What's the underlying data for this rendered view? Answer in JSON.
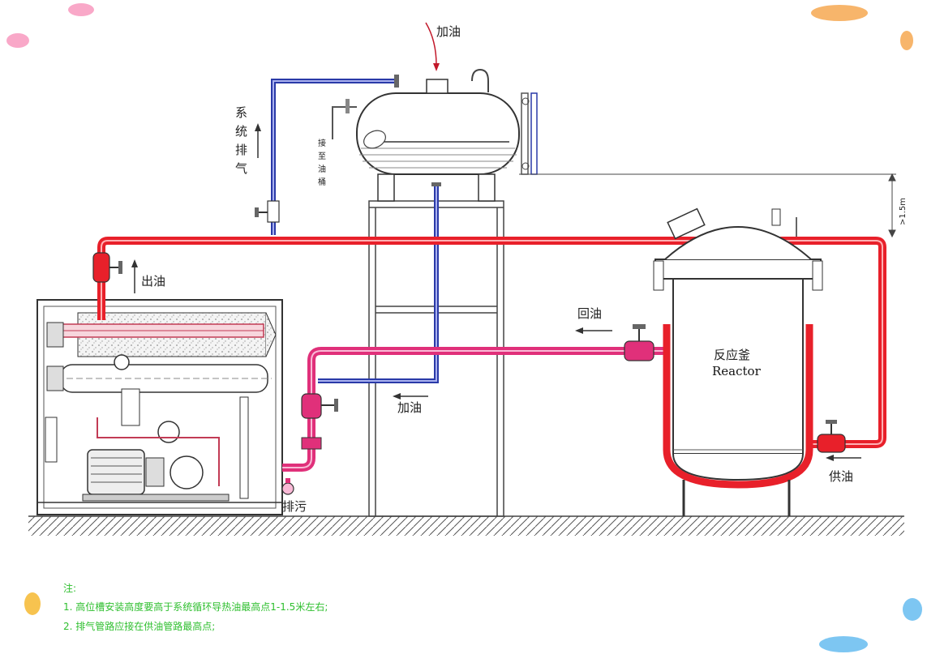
{
  "labels": {
    "fill_top": "加油",
    "exhaust": [
      "系",
      "统",
      "排",
      "气"
    ],
    "to_drum": [
      "接",
      "至",
      "油",
      "桶"
    ],
    "oil_out": "出油",
    "oil_return": "回油",
    "fill_bottom": "加油",
    "reactor_cn": "反应釜",
    "reactor_en": "Reactor",
    "supply": "供油",
    "drain": "排污",
    "height": ">1.5m"
  },
  "notes": {
    "title": "注:",
    "line1": "1. 高位槽安装高度要高于系统循环导热油最高点1-1.5米左右;",
    "line2": "2. 排气管路应接在供油管路最高点;"
  },
  "colors": {
    "hot_pipe": "#e8202a",
    "return_pipe": "#e0307a",
    "blue_pipe": "#2a3aa8",
    "outline": "#333333",
    "note_green": "#2fbf2f"
  }
}
